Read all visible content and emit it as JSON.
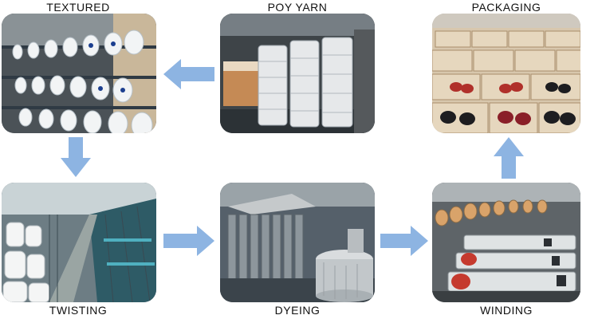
{
  "stages": {
    "textured": {
      "label": "TEXTURED"
    },
    "poy_yarn": {
      "label": "POY YARN"
    },
    "packaging": {
      "label": "PACKAGING"
    },
    "twisting": {
      "label": "TWISTING"
    },
    "dyeing": {
      "label": "DYEING"
    },
    "winding": {
      "label": "WINDING"
    }
  },
  "colors": {
    "arrow": "#8db4e2"
  }
}
